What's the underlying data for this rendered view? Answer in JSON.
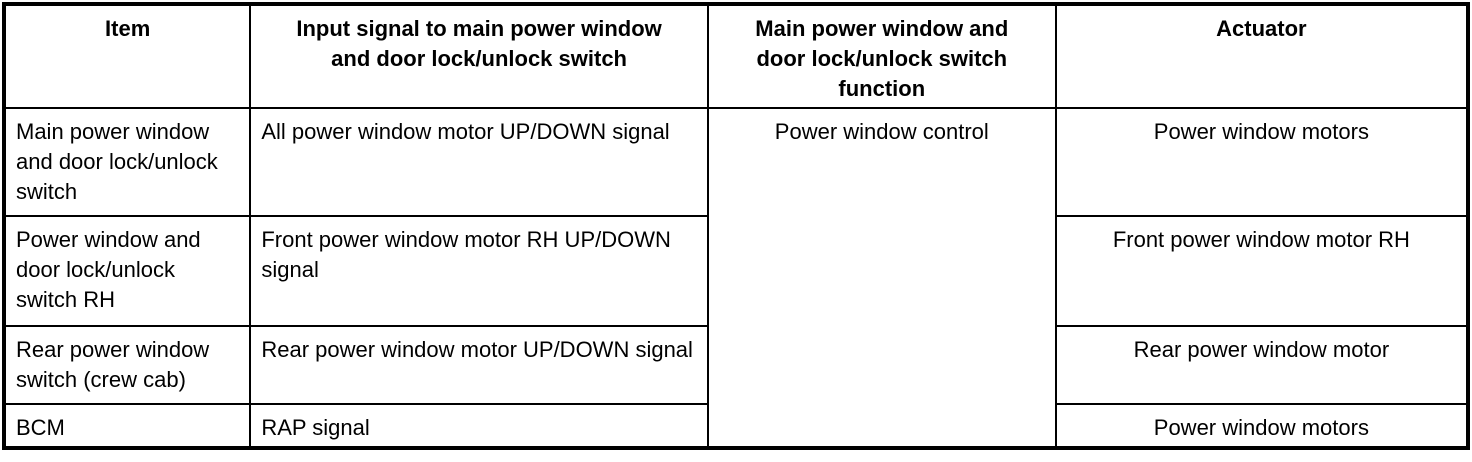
{
  "table": {
    "headers": {
      "item": "Item",
      "input_signal": "Input signal to main power window and door lock/unlock switch",
      "switch_function": "Main power window and door lock/unlock switch function",
      "actuator": "Actuator"
    },
    "function_merged_cell": "Power window control",
    "rows": [
      {
        "item": "Main power window and door lock/unlock switch",
        "input_signal": "All power window motor UP/DOWN signal",
        "actuator": "Power window motors"
      },
      {
        "item": "Power window and door lock/unlock switch RH",
        "input_signal": "Front power window motor RH UP/DOWN signal",
        "actuator": "Front power window motor RH"
      },
      {
        "item": "Rear power window switch (crew cab)",
        "input_signal": "Rear power window motor UP/DOWN signal",
        "actuator": "Rear power window motor"
      },
      {
        "item": "BCM",
        "input_signal": "RAP signal",
        "actuator": "Power window motors"
      }
    ],
    "colors": {
      "text": "#000000",
      "border": "#000000",
      "background": "#ffffff"
    }
  }
}
